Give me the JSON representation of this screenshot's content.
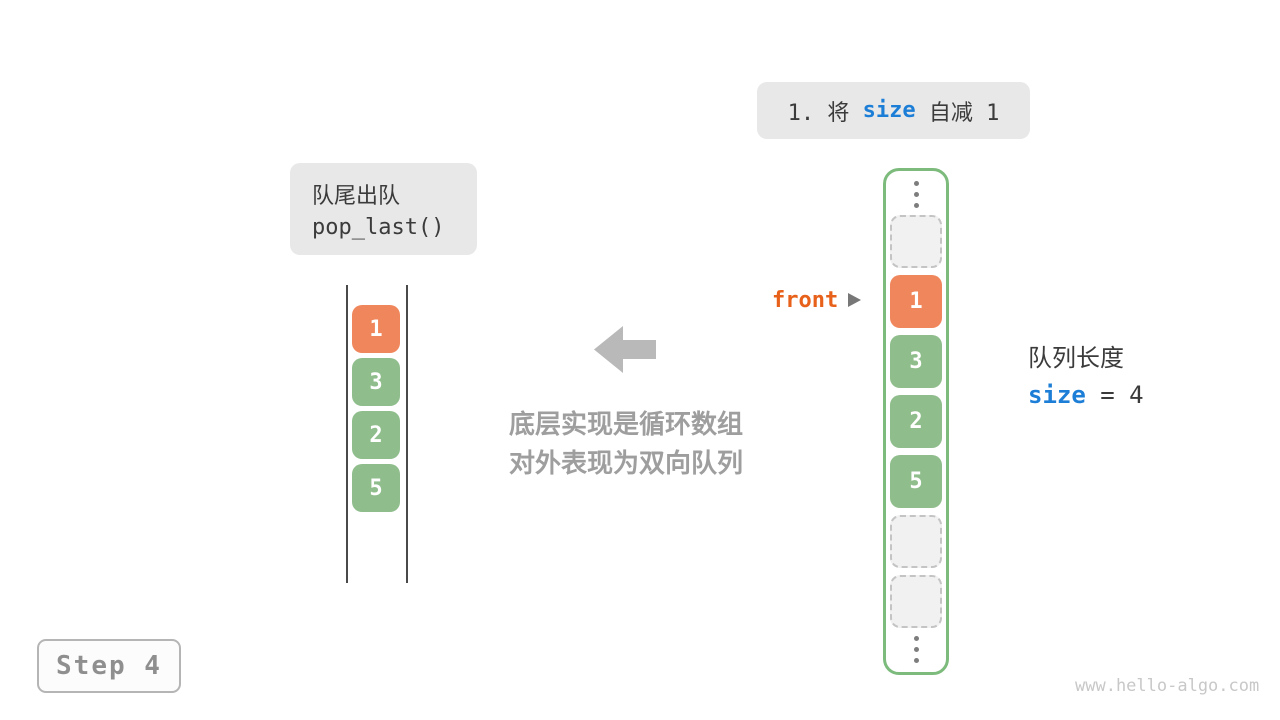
{
  "annotation_box": {
    "prefix": "1. 将 ",
    "code": "size",
    "suffix": " 自减 1"
  },
  "operation_box": {
    "title": "队尾出队",
    "code": "pop_last()"
  },
  "abstract_deque": {
    "cells": [
      {
        "value": "1",
        "highlight": "orange"
      },
      {
        "value": "3",
        "highlight": "green"
      },
      {
        "value": "2",
        "highlight": "green"
      },
      {
        "value": "5",
        "highlight": "green"
      }
    ]
  },
  "note": {
    "line1": "底层实现是循环数组",
    "line2": "对外表现为双向队列"
  },
  "front_pointer": {
    "label": "front"
  },
  "circular_array": {
    "cells": [
      {
        "value": "1",
        "state": "front-highlight"
      },
      {
        "value": "3",
        "state": "filled"
      },
      {
        "value": "2",
        "state": "filled"
      },
      {
        "value": "5",
        "state": "filled"
      }
    ],
    "empty_slots_above": 1,
    "empty_slots_below": 2
  },
  "length_caption": {
    "title": "队列长度",
    "code": "size",
    "suffix": " = 4"
  },
  "step_badge": {
    "label": "Step 4"
  },
  "watermark": "www.hello-algo.com",
  "colors": {
    "highlight_orange": "#F0875C",
    "front_orange": "#E8611A",
    "cell_green": "#8FBE8C",
    "ring_border_green": "#7DBB7D",
    "code_blue": "#1C7ED6",
    "box_bg_gray": "#E8E8E8",
    "text_dark": "#3B3B3B",
    "note_gray": "#9E9E9E",
    "arrow_gray": "#B9B9B9",
    "watermark_gray": "#C8C8C8"
  }
}
